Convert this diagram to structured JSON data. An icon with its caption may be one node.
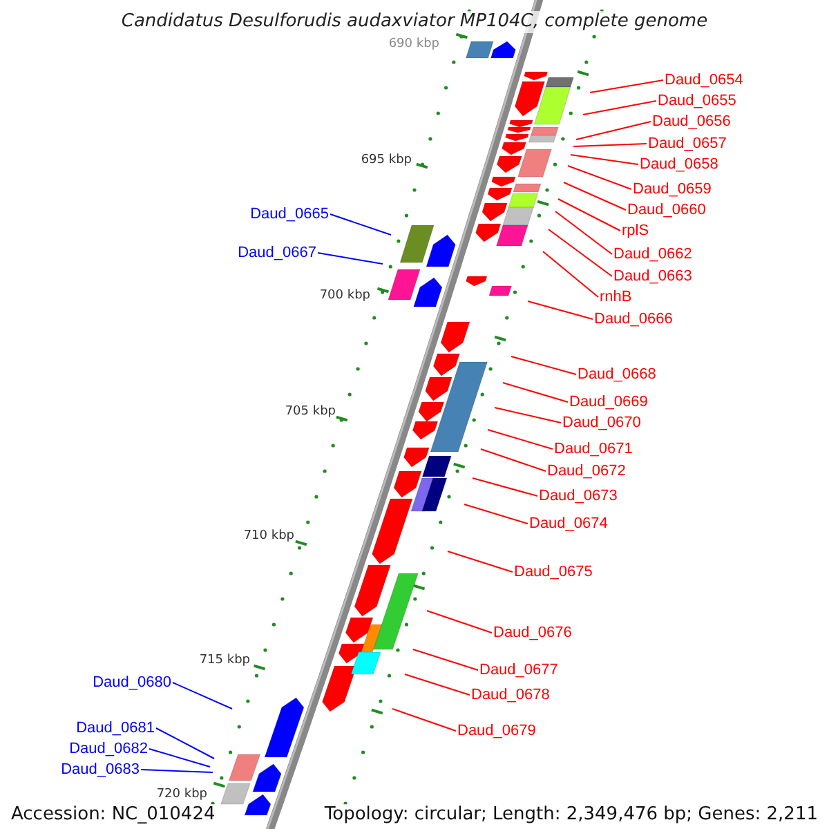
{
  "diagram": {
    "title": "Candidatus Desulforudis audaxviator MP104C, complete genome",
    "nodes": [
      {
        "text": [
          "Daud_0654"
        ]
      },
      {
        "text": [
          "Daud_0655"
        ]
      },
      {
        "text": [
          "Daud_0656"
        ]
      },
      {
        "text": [
          "Daud_0657"
        ]
      },
      {
        "text": [
          "Daud_0658"
        ]
      },
      {
        "text": [
          "Daud_0659"
        ]
      },
      {
        "text": [
          "Daud_0660"
        ]
      },
      {
        "text": [
          "Daud_0665"
        ]
      },
      {
        "text": [
          "rplS"
        ]
      },
      {
        "text": [
          "Daud_0667"
        ]
      },
      {
        "text": [
          "Daud_0662"
        ]
      },
      {
        "text": [
          "Daud_0663"
        ]
      },
      {
        "text": [
          "rnhB"
        ]
      },
      {
        "text": [
          "Daud_0666"
        ]
      },
      {
        "text": [
          "Daud_0668"
        ]
      },
      {
        "text": [
          "Daud_0669"
        ]
      },
      {
        "text": [
          "Daud_0670"
        ]
      },
      {
        "text": [
          "Daud_0671"
        ]
      },
      {
        "text": [
          "Daud_0672"
        ]
      },
      {
        "text": [
          "Daud_0673"
        ]
      },
      {
        "text": [
          "Daud_0674"
        ]
      },
      {
        "text": [
          "Daud_0675"
        ]
      },
      {
        "text": [
          "Daud_0676"
        ]
      },
      {
        "text": [
          "Daud_0677"
        ]
      },
      {
        "text": [
          "Daud_0680"
        ]
      },
      {
        "text": [
          "Daud_0678"
        ]
      },
      {
        "text": [
          "Daud_0679"
        ]
      },
      {
        "text": [
          "Daud_0681"
        ]
      },
      {
        "text": [
          "Daud_0682"
        ]
      },
      {
        "text": [
          "Daud_0683"
        ]
      }
    ],
    "edges": [
      {
        "from": 0,
        "to": null,
        "arrow": "none"
      },
      {
        "from": 1,
        "to": null,
        "arrow": "none"
      },
      {
        "from": 2,
        "to": null,
        "arrow": "none"
      },
      {
        "from": 3,
        "to": null,
        "arrow": "none"
      },
      {
        "from": 4,
        "to": null,
        "arrow": "none"
      },
      {
        "from": 5,
        "to": null,
        "arrow": "none"
      },
      {
        "from": 6,
        "to": null,
        "arrow": "none"
      },
      {
        "from": 7,
        "to": null,
        "arrow": "none",
        "color": "#0000ff"
      },
      {
        "from": 8,
        "to": null,
        "arrow": "none"
      },
      {
        "from": 9,
        "to": null,
        "arrow": "none",
        "color": "#0000ff"
      },
      {
        "from": 10,
        "to": null,
        "arrow": "none"
      },
      {
        "from": 11,
        "to": null,
        "arrow": "none"
      },
      {
        "from": 12,
        "to": null,
        "arrow": "none"
      },
      {
        "from": 13,
        "to": null,
        "arrow": "none"
      },
      {
        "from": 14,
        "to": null,
        "arrow": "none"
      },
      {
        "from": 15,
        "to": null,
        "arrow": "none"
      },
      {
        "from": 16,
        "to": null,
        "arrow": "none"
      },
      {
        "from": 17,
        "to": null,
        "arrow": "none"
      },
      {
        "from": 18,
        "to": null,
        "arrow": "none"
      },
      {
        "from": 19,
        "to": null,
        "arrow": "none"
      },
      {
        "from": 20,
        "to": null,
        "arrow": "none"
      },
      {
        "from": 21,
        "to": null,
        "arrow": "none"
      },
      {
        "from": 22,
        "to": null,
        "arrow": "none"
      },
      {
        "from": 23,
        "to": null,
        "arrow": "none"
      },
      {
        "from": 24,
        "to": null,
        "arrow": "none",
        "color": "#0000ff"
      },
      {
        "from": 25,
        "to": null,
        "arrow": "none"
      },
      {
        "from": 26,
        "to": null,
        "arrow": "none"
      },
      {
        "from": 27,
        "to": null,
        "arrow": "none",
        "color": "#0000ff"
      },
      {
        "from": 28,
        "to": null,
        "arrow": "none",
        "color": "#0000ff"
      },
      {
        "from": 29,
        "to": null,
        "arrow": "none",
        "color": "#0000ff"
      }
    ],
    "labels": [
      "690 kbp",
      "695 kbp",
      "700 kbp",
      "705 kbp",
      "710 kbp",
      "715 kbp",
      "720 kbp",
      "Accession: NC_010424",
      "Topology: circular; Length: 2,349,476 bp; Genes: 2,211"
    ]
  }
}
